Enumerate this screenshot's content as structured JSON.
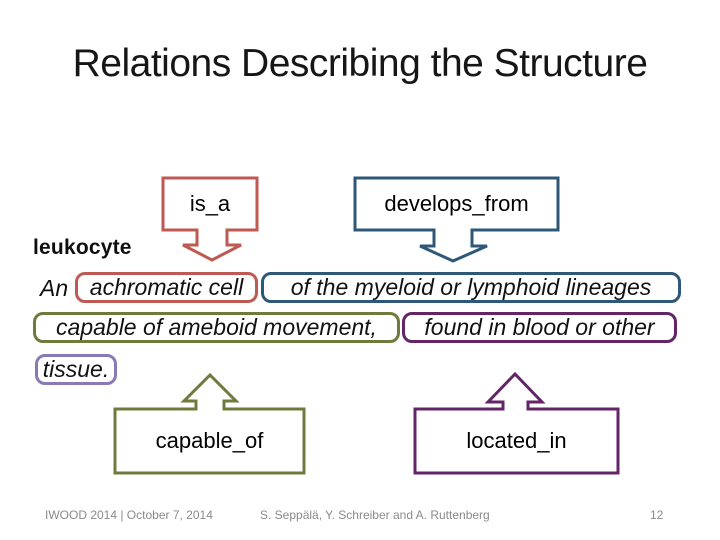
{
  "slide": {
    "title": "Relations Describing the Structure",
    "term": "leukocyte",
    "definition": {
      "prefix": "An",
      "segments": [
        {
          "text": "achromatic cell",
          "relation": "is_a"
        },
        {
          "text": "of the myeloid or lymphoid lineages",
          "relation": "develops_from"
        },
        {
          "text": "capable of ameboid movement,",
          "relation": "capable_of"
        },
        {
          "text": "found in blood or other",
          "relation": "located_in"
        },
        {
          "text": "tissue.",
          "relation": "located_in"
        }
      ]
    },
    "relations": {
      "is_a": "is_a",
      "develops_from": "develops_from",
      "capable_of": "capable_of",
      "located_in": "located_in"
    },
    "colors": {
      "is_a": "#be5a52",
      "develops_from": "#2e5778",
      "capable_of": "#6f7b3d",
      "located_in": "#632568",
      "tissue_highlight": "#8a79b4",
      "footer_text": "#8a8a8a"
    },
    "footer": {
      "left": "IWOOD 2014 | October 7, 2014",
      "center": "S. Seppälä, Y. Schreiber and A. Ruttenberg",
      "slide_number": "12"
    }
  }
}
